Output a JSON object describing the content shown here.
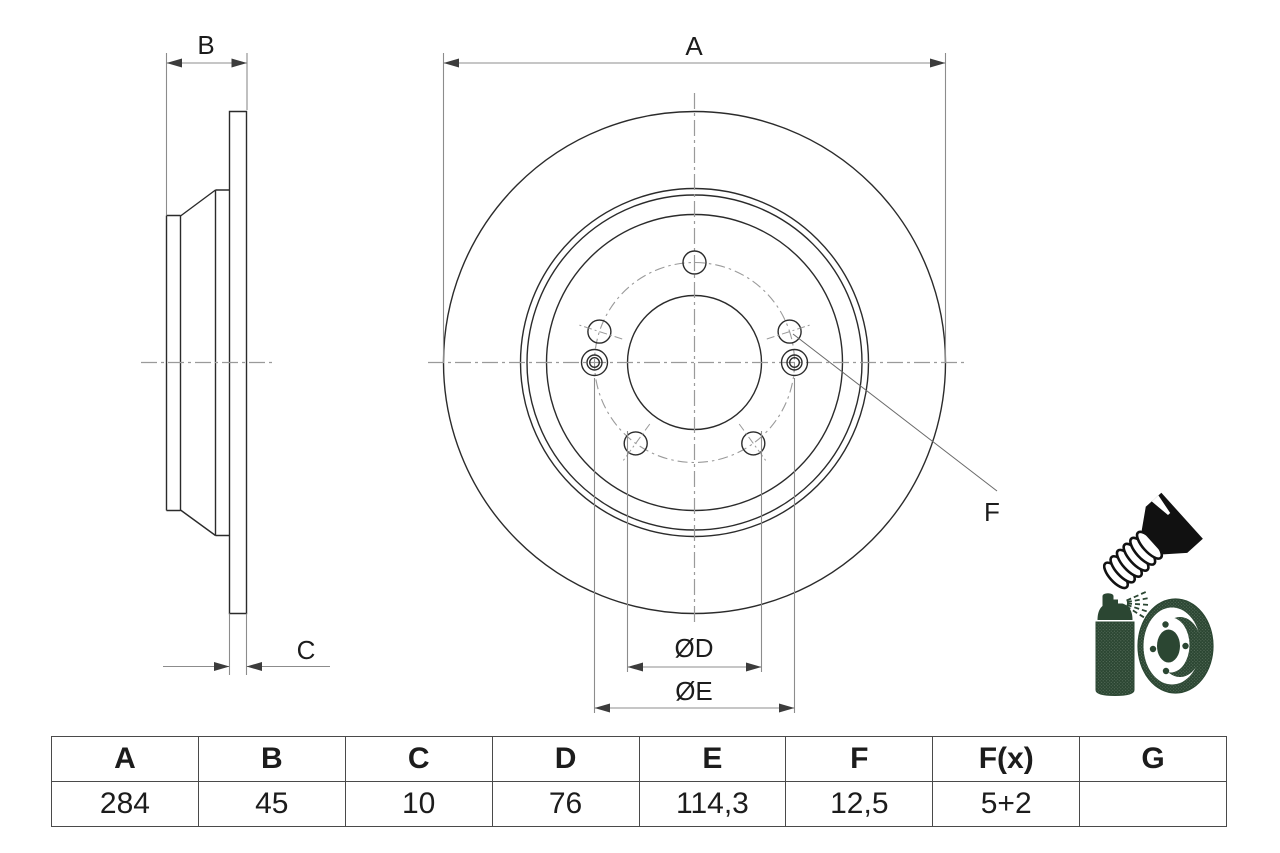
{
  "drawing": {
    "dim_labels": {
      "a": "A",
      "b": "B",
      "c": "C",
      "f": "F",
      "d_dia": "ØD",
      "e_dia": "ØE"
    }
  },
  "table": {
    "headers": [
      "A",
      "B",
      "C",
      "D",
      "E",
      "F",
      "F(x)",
      "G"
    ],
    "values": [
      "284",
      "45",
      "10",
      "76",
      "114,3",
      "12,5",
      "5+2",
      ""
    ]
  },
  "icons": {
    "screw": "countersunk-screw-icon",
    "coating": "spray-can-and-disc-icon"
  },
  "colors": {
    "outline": "#2b2b2b",
    "dimension_lines": "#8c8c8c",
    "icon_green": "#2b4632",
    "screw_black": "#111111",
    "text": "#1c1c1c"
  }
}
